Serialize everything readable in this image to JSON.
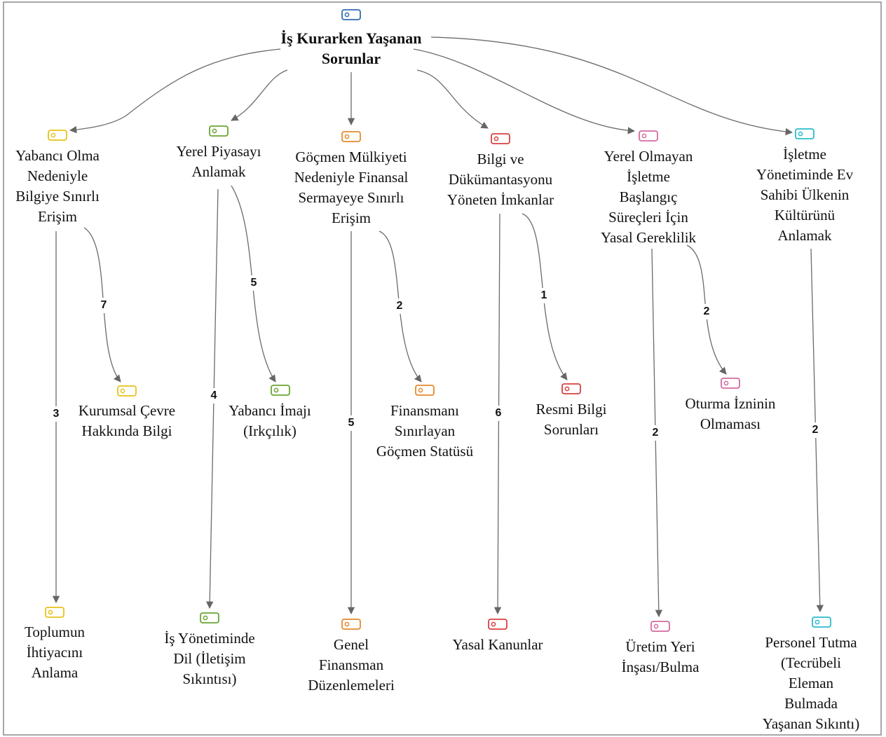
{
  "root": {
    "id": "root",
    "label": "İş Kurarken Yaşanan\nSorunlar",
    "color": "#2f6db5"
  },
  "categories": [
    {
      "id": "c1",
      "label": "Yabancı Olma\nNedeniyle\nBilgiye Sınırlı\nErişim",
      "color": "#e8c21a",
      "icon": "tag-icon"
    },
    {
      "id": "c2",
      "label": "Yerel Piyasayı\nAnlamak",
      "color": "#6aa532",
      "icon": "tag-icon"
    },
    {
      "id": "c3",
      "label": "Göçmen Mülkiyeti\nNedeniyle Finansal\nSermayeye Sınırlı\nErişim",
      "color": "#e58a2a",
      "icon": "tag-icon"
    },
    {
      "id": "c4",
      "label": "Bilgi ve\nDükümantasyonu\nYöneten İmkanlar",
      "color": "#d94040",
      "icon": "tag-icon"
    },
    {
      "id": "c5",
      "label": "Yerel Olmayan\nİşletme\nBaşlangıç\nSüreçleri İçin\nYasal Gereklilik",
      "color": "#d46aa0",
      "icon": "tag-icon"
    },
    {
      "id": "c6",
      "label": "İşletme\nYönetiminde Ev\nSahibi Ülkenin\nKültürünü\nAnlamak",
      "color": "#2bbccc",
      "icon": "tag-icon"
    }
  ],
  "leaves": [
    {
      "id": "l1a",
      "parent": "c1",
      "label": "Kurumsal Çevre\nHakkında Bilgi",
      "count": "7",
      "color": "#e8c21a"
    },
    {
      "id": "l1b",
      "parent": "c1",
      "label": "Toplumun\nİhtiyacını\nAnlama",
      "count": "3",
      "color": "#e8c21a"
    },
    {
      "id": "l2a",
      "parent": "c2",
      "label": "Yabancı İmajı\n(Irkçılık)",
      "count": "5",
      "color": "#6aa532"
    },
    {
      "id": "l2b",
      "parent": "c2",
      "label": "İş Yönetiminde\nDil (İletişim\nSıkıntısı)",
      "count": "4",
      "color": "#6aa532"
    },
    {
      "id": "l3a",
      "parent": "c3",
      "label": "Finansmanı\nSınırlayan\nGöçmen Statüsü",
      "count": "2",
      "color": "#e58a2a"
    },
    {
      "id": "l3b",
      "parent": "c3",
      "label": "Genel\nFinansman\nDüzenlemeleri",
      "count": "5",
      "color": "#e58a2a"
    },
    {
      "id": "l4a",
      "parent": "c4",
      "label": "Resmi Bilgi\nSorunları",
      "count": "1",
      "color": "#d94040"
    },
    {
      "id": "l4b",
      "parent": "c4",
      "label": "Yasal Kanunlar",
      "count": "6",
      "color": "#d94040"
    },
    {
      "id": "l5a",
      "parent": "c5",
      "label": "Oturma İzninin\nOlmaması",
      "count": "2",
      "color": "#d46aa0"
    },
    {
      "id": "l5b",
      "parent": "c5",
      "label": "Üretim Yeri\nİnşası/Bulma",
      "count": "2",
      "color": "#d46aa0"
    },
    {
      "id": "l6a",
      "parent": "c6",
      "label": "Personel Tutma\n(Tecrübeli\nEleman\nBulmada\nYaşanan Sıkıntı)",
      "count": "2",
      "color": "#2bbccc"
    }
  ]
}
